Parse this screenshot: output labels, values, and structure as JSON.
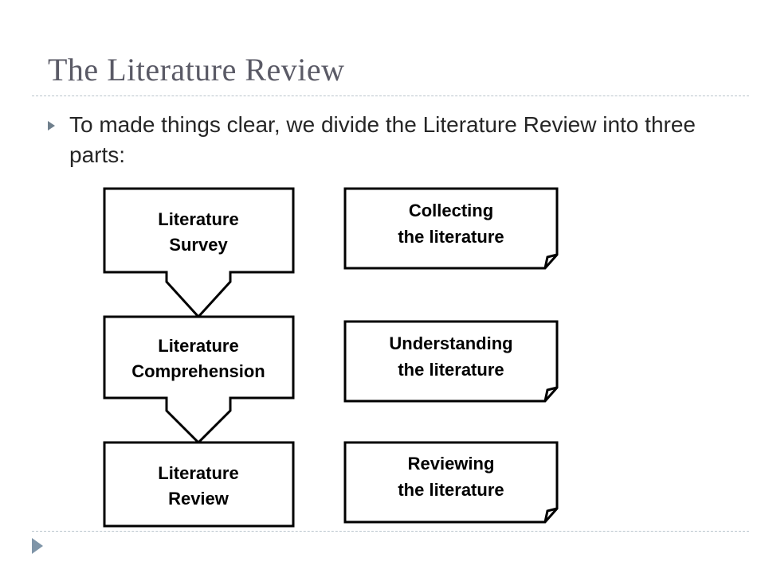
{
  "slide": {
    "title": "The Literature Review",
    "bullet": "To made things clear, we divide the Literature Review into three parts:"
  },
  "diagram": {
    "stages": [
      {
        "line1": "Literature",
        "line2": "Survey"
      },
      {
        "line1": "Literature",
        "line2": "Comprehension"
      },
      {
        "line1": "Literature",
        "line2": "Review"
      }
    ],
    "notes": [
      {
        "line1": "Collecting",
        "line2": "the literature"
      },
      {
        "line1": "Understanding",
        "line2": "the literature"
      },
      {
        "line1": "Reviewing",
        "line2": "the literature"
      }
    ]
  }
}
